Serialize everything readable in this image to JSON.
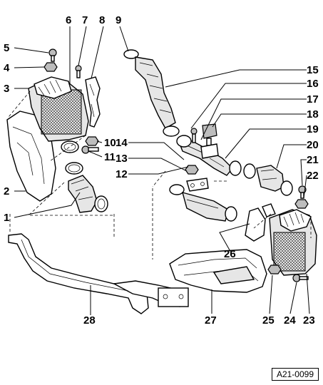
{
  "figure": {
    "reference": "A21-0099",
    "callouts": {
      "c1": "1",
      "c2": "2",
      "c3": "3",
      "c4": "4",
      "c5": "5",
      "c6": "6",
      "c7": "7",
      "c8": "8",
      "c9": "9",
      "c10": "10",
      "c11": "11",
      "c12": "12",
      "c13": "13",
      "c14": "14",
      "c15": "15",
      "c16": "16",
      "c17": "17",
      "c18": "18",
      "c19": "19",
      "c20": "20",
      "c21": "21",
      "c22": "22",
      "c23": "23",
      "c24": "24",
      "c25": "25",
      "c26": "26",
      "c27": "27",
      "c28": "28"
    }
  }
}
